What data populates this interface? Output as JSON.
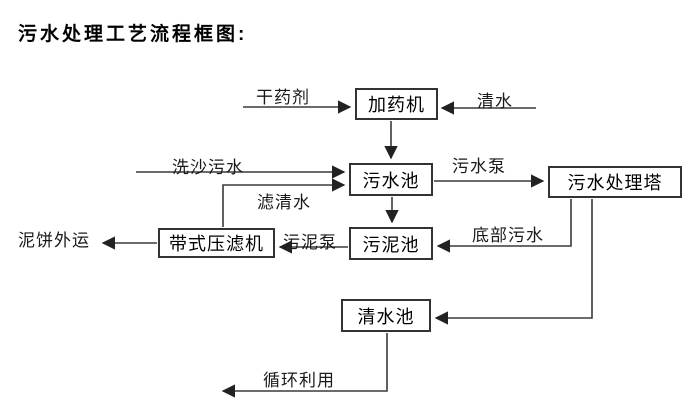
{
  "title": "污水处理工艺流程框图:",
  "diagram": {
    "nodes": {
      "dosing_machine": "加药机",
      "sewage_pool": "污水池",
      "sewage_treatment_tower": "污水处理塔",
      "sludge_pool": "污泥池",
      "belt_filter_press": "带式压滤机",
      "clean_water_pool": "清水池"
    },
    "flow_labels": {
      "dry_chemical": "干药剂",
      "clean_water": "清水",
      "sand_washing_sewage": "洗沙污水",
      "sewage_pump": "污水泵",
      "filtered_water": "滤清水",
      "sludge_pump": "污泥泵",
      "bottom_sewage": "底部污水",
      "mud_cake_out": "泥饼外运",
      "recycle_use": "循环利用"
    },
    "colors": {
      "line": "#333333",
      "box_border": "#333333",
      "text": "#000000",
      "background": "#ffffff"
    }
  }
}
